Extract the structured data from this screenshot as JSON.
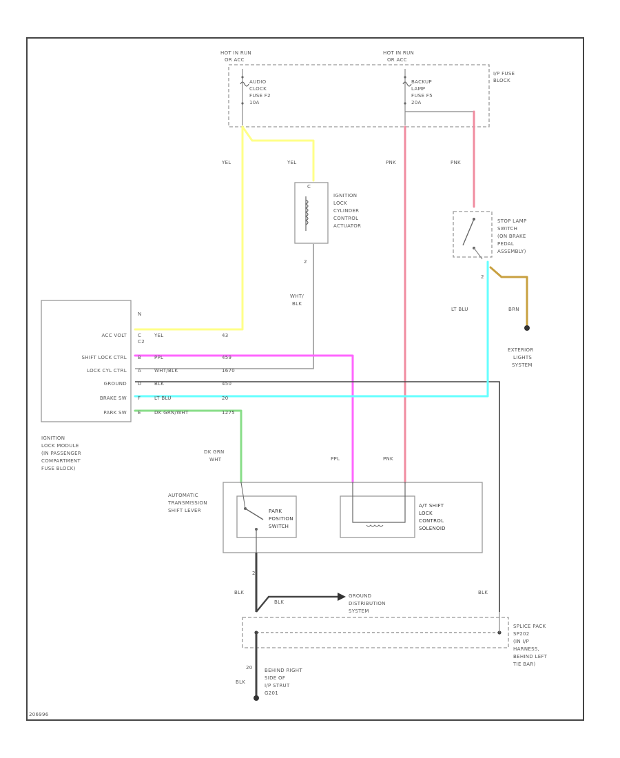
{
  "fuse_block": {
    "hot_a": "HOT IN RUN",
    "hot_a2": "OR ACC",
    "hot_b": "HOT IN RUN",
    "hot_b2": "OR ACC",
    "fuse1": [
      "AUDIO",
      "CLOCK",
      "FUSE F2",
      "10A"
    ],
    "fuse2": [
      "BACKUP",
      "LAMP",
      "FUSE F5",
      "20A"
    ],
    "name": [
      "I/P FUSE",
      "BLOCK"
    ]
  },
  "wires": {
    "yel_left": "YEL",
    "yel_right": "YEL",
    "pnk_left": "PNK",
    "pnk_right": "PNK",
    "wht_blk": [
      "WHT/",
      "BLK"
    ],
    "lt_blu": "LT BLU",
    "brn": "BRN",
    "dk_grn": [
      "DK GRN",
      "WHT"
    ],
    "ppl": "PPL",
    "pnk_bottom": "PNK",
    "blk_left": "BLK",
    "blk_right": "BLK",
    "blk_ground": "BLK",
    "blk_bottom": "BLK"
  },
  "pins": {
    "actuator_top": "C",
    "actuator_bottom": "2",
    "stoplamp_bottom": "2",
    "park_bottom": "2",
    "g201": "20"
  },
  "actuator": [
    "IGNITION",
    "LOCK",
    "CYLINDER",
    "CONTROL",
    "ACTUATOR"
  ],
  "stoplamp": [
    "STOP LAMP",
    "SWITCH",
    "(ON BRAKE",
    "PEDAL",
    "ASSEMBLY)"
  ],
  "exterior": [
    "EXTERIOR",
    "LIGHTS",
    "SYSTEM"
  ],
  "module": {
    "rows": [
      {
        "label": "ACC VOLT",
        "pin": "C",
        "color": "YEL",
        "circuit": "43"
      },
      {
        "label": "SHIFT LOCK CTRL",
        "pin": "B",
        "color": "PPL",
        "circuit": "459"
      },
      {
        "label": "LOCK CYL CTRL",
        "pin": "A",
        "color": "WHT/BLK",
        "circuit": "1670"
      },
      {
        "label": "GROUND",
        "pin": "D",
        "color": "BLK",
        "circuit": "450"
      },
      {
        "label": "BRAKE SW",
        "pin": "F",
        "color": "LT BLU",
        "circuit": "20"
      },
      {
        "label": "PARK SW",
        "pin": "E",
        "color": "DK GRN/WHT",
        "circuit": "1275"
      }
    ],
    "top_pin": "N",
    "pin_c2": "C2",
    "name": [
      "IGNITION",
      "LOCK MODULE",
      "(IN PASSENGER",
      "COMPARTMENT",
      "FUSE BLOCK)"
    ]
  },
  "shift_lever": [
    "AUTOMATIC",
    "TRANSMISSION",
    "SHIFT LEVER"
  ],
  "park_switch": [
    "PARK",
    "POSITION",
    "SWITCH"
  ],
  "solenoid": [
    "A/T SHIFT",
    "LOCK",
    "CONTROL",
    "SOLENOID"
  ],
  "ground_dist": [
    "GROUND",
    "DISTRIBUTION",
    "SYSTEM"
  ],
  "ground_wire": "BLK",
  "splice": [
    "SPLICE PACK",
    "SP202",
    "(IN I/P",
    "HARNESS,",
    "BEHIND LEFT",
    "TIE BAR)"
  ],
  "g201": [
    "BEHIND RIGHT",
    "SIDE OF",
    "I/P STRUT",
    "G201"
  ],
  "figure_id": "206996",
  "colors": {
    "yellow": "#ffff88",
    "pink": "#f08ca0",
    "magenta": "#ff66ff",
    "cyan": "#66ffff",
    "green": "#88dd88",
    "brown": "#c8a040",
    "gray": "#999999",
    "dark": "#444444"
  }
}
